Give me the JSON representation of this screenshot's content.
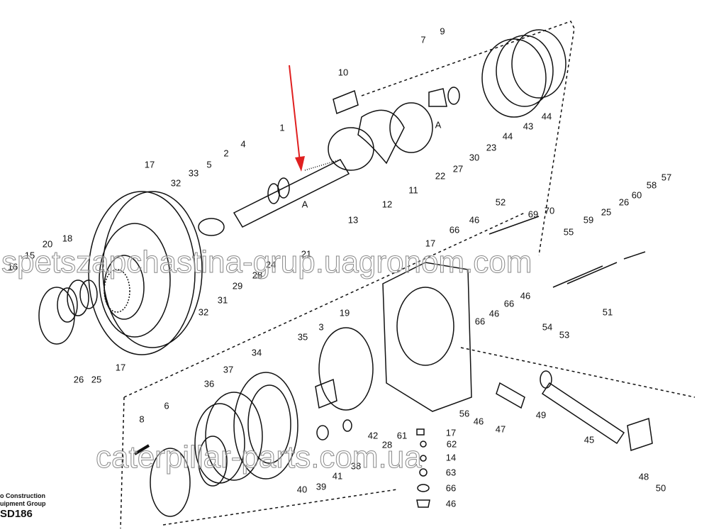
{
  "diagram": {
    "title": "Exploded parts diagram – travel motor / final drive",
    "callouts": [
      "10",
      "7",
      "9",
      "1",
      "4",
      "2",
      "5",
      "17",
      "33",
      "32",
      "13",
      "12",
      "11",
      "22",
      "27",
      "30",
      "23",
      "44",
      "43",
      "44",
      "A",
      "A",
      "20",
      "18",
      "15",
      "16",
      "26",
      "25",
      "17",
      "32",
      "31",
      "29",
      "28",
      "24",
      "21",
      "17",
      "66",
      "46",
      "52",
      "69",
      "70",
      "55",
      "59",
      "25",
      "26",
      "60",
      "58",
      "57",
      "46",
      "66",
      "46",
      "66",
      "51",
      "54",
      "53",
      "19",
      "3",
      "35",
      "34",
      "37",
      "36",
      "8",
      "6",
      "56",
      "46",
      "47",
      "49",
      "45",
      "28",
      "61",
      "17",
      "62",
      "14",
      "63",
      "66",
      "46",
      "42",
      "38",
      "41",
      "39",
      "40",
      "48",
      "50"
    ],
    "highlight_arrow_color": "#e02020"
  },
  "footer": {
    "company_line1": "o Construction",
    "company_line2": "uipment Group",
    "code": "SD186"
  },
  "watermarks": {
    "top": "spetszapchastina-grup.uagronom.com",
    "bottom": "caterpillar-parts.com.ua"
  }
}
